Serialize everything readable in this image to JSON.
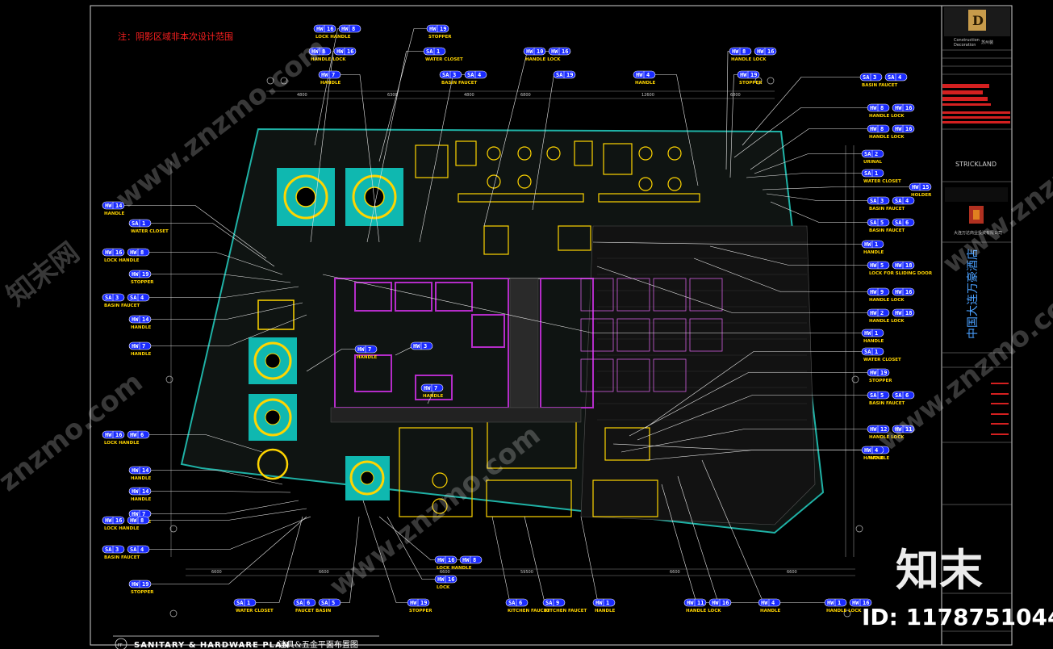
{
  "note": "注：阴影区域非本次设计范围",
  "title": {
    "marker": "FF",
    "english": "SANITARY & HARDWARE PLAN",
    "chinese": "洁具&五金平面布置图"
  },
  "title_block": {
    "company_en_line1": "Construction",
    "company_en_line2": "Decoration",
    "company_cn": "苏州装",
    "designer": "STRICKLAND",
    "project_vertical": "中国大连万豪酒店",
    "client_cn": "大连万达商业投资有限公司"
  },
  "watermarks": {
    "site": "www.znzmo.com",
    "site_short": "znzmo.com",
    "brand_cn": "知末网",
    "logo": "知末",
    "id_line": "ID: 1178751044"
  },
  "tags_left": [
    {
      "codes": [
        "HW",
        "14"
      ],
      "label": "HANDLE"
    },
    {
      "codes": [
        "SA",
        "1"
      ],
      "label": "WATER CLOSET"
    },
    {
      "codes": [
        "HW",
        "16",
        "HW",
        "8"
      ],
      "label": "LOCK  HANDLE"
    },
    {
      "codes": [
        "HW",
        "19"
      ],
      "label": "STOPPER"
    },
    {
      "codes": [
        "SA",
        "3",
        "SA",
        "4"
      ],
      "label": "BASIN  FAUCET"
    },
    {
      "codes": [
        "HW",
        "14"
      ],
      "label": "HANDLE"
    },
    {
      "codes": [
        "HW",
        "7"
      ],
      "label": "HANDLE"
    },
    {
      "codes": [
        "HW",
        "16",
        "HW",
        "6"
      ],
      "label": "LOCK  HANDLE"
    },
    {
      "codes": [
        "HW",
        "14"
      ],
      "label": "HANDLE"
    },
    {
      "codes": [
        "HW",
        "14"
      ],
      "label": "HANDLE"
    },
    {
      "codes": [
        "HW",
        "7"
      ],
      "label": "HANDLE"
    },
    {
      "codes": [
        "HW",
        "16",
        "HW",
        "8"
      ],
      "label": "LOCK  HANDLE"
    },
    {
      "codes": [
        "SA",
        "3",
        "SA",
        "4"
      ],
      "label": "BASIN  FAUCET"
    },
    {
      "codes": [
        "HW",
        "19"
      ],
      "label": "STOPPER"
    }
  ],
  "tags_right": [
    {
      "codes": [
        "SA",
        "3",
        "SA",
        "4"
      ],
      "label": "BASIN  FAUCET"
    },
    {
      "codes": [
        "HW",
        "8",
        "HW",
        "16"
      ],
      "label": "HANDLE  LOCK"
    },
    {
      "codes": [
        "HW",
        "8",
        "HW",
        "16"
      ],
      "label": "HANDLE  LOCK"
    },
    {
      "codes": [
        "SA",
        "2"
      ],
      "label": "URINAL"
    },
    {
      "codes": [
        "SA",
        "1"
      ],
      "label": "WATER CLOSET"
    },
    {
      "codes": [
        "HW",
        "15"
      ],
      "label": "HOLDER"
    },
    {
      "codes": [
        "SA",
        "3",
        "SA",
        "4"
      ],
      "label": "BASIN  FAUCET"
    },
    {
      "codes": [
        "SA",
        "5",
        "SA",
        "6"
      ],
      "label": "BASIN  FAUCET"
    },
    {
      "codes": [
        "HW",
        "1"
      ],
      "label": "HANDLE"
    },
    {
      "codes": [
        "HW",
        "5",
        "HW",
        "18"
      ],
      "label": "LOCK FOR SLIDING DOOR"
    },
    {
      "codes": [
        "HW",
        "9",
        "HW",
        "16"
      ],
      "label": "HANDLE  LOCK"
    },
    {
      "codes": [
        "HW",
        "2",
        "HW",
        "18"
      ],
      "label": "HANDLE  LOCK"
    },
    {
      "codes": [
        "HW",
        "1"
      ],
      "label": "HANDLE"
    },
    {
      "codes": [
        "SA",
        "1"
      ],
      "label": "WATER CLOSET"
    },
    {
      "codes": [
        "HW",
        "19"
      ],
      "label": "STOPPER"
    },
    {
      "codes": [
        "SA",
        "5",
        "SA",
        "6"
      ],
      "label": "BASIN  FAUCET"
    },
    {
      "codes": [
        "HW",
        "1"
      ],
      "label": "HANDLE"
    },
    {
      "codes": [
        "HW",
        "12",
        "HW",
        "11"
      ],
      "label": "HANDLE  LOCK"
    },
    {
      "codes": [
        "HW",
        "4"
      ],
      "label": "HANDLE"
    }
  ],
  "tags_top": [
    {
      "codes": [
        "HW",
        "16",
        "HW",
        "8"
      ],
      "label": "LOCK  HANDLE"
    },
    {
      "codes": [
        "HW",
        "19"
      ],
      "label": "STOPPER"
    },
    {
      "codes": [
        "HW",
        "8",
        "HW",
        "16"
      ],
      "label": "HANDLE  LOCK"
    },
    {
      "codes": [
        "SA",
        "1"
      ],
      "label": "WATER CLOSET"
    },
    {
      "codes": [
        "HW",
        "7"
      ],
      "label": "HANDLE"
    },
    {
      "codes": [
        "SA",
        "3",
        "SA",
        "4"
      ],
      "label": "BASIN  FAUCET"
    },
    {
      "codes": [
        "HW",
        "10",
        "HW",
        "16"
      ],
      "label": "HANDLE  LOCK"
    },
    {
      "codes": [
        "SA",
        "19"
      ],
      "label": ""
    },
    {
      "codes": [
        "HW",
        "4"
      ],
      "label": "HANDLE"
    },
    {
      "codes": [
        "HW",
        "8",
        "HW",
        "16"
      ],
      "label": "HANDLE  LOCK"
    },
    {
      "codes": [
        "HW",
        "19"
      ],
      "label": "STOPPER"
    }
  ],
  "tags_bottom": [
    {
      "codes": [
        "SA",
        "1"
      ],
      "label": "WATER CLOSET"
    },
    {
      "codes": [
        "SA",
        "6",
        "SA",
        "5"
      ],
      "label": "FAUCET  BASIN"
    },
    {
      "codes": [
        "HW",
        "19"
      ],
      "label": "STOPPER"
    },
    {
      "codes": [
        "SA",
        "6"
      ],
      "label": "KITCHEN FAUCET"
    },
    {
      "codes": [
        "SA",
        "9"
      ],
      "label": "KITCHEN FAUCET"
    },
    {
      "codes": [
        "HW",
        "1"
      ],
      "label": "HANDLE"
    },
    {
      "codes": [
        "HW",
        "11",
        "HW",
        "16"
      ],
      "label": "HANDLE  LOCK"
    },
    {
      "codes": [
        "HW",
        "4"
      ],
      "label": "HANDLE"
    },
    {
      "codes": [
        "HW",
        "1",
        "HW",
        "16"
      ],
      "label": "HANDLE  LOCK"
    }
  ],
  "tags_inner": [
    {
      "codes": [
        "HW",
        "16",
        "HW",
        "8"
      ],
      "label": "LOCK  HANDLE"
    },
    {
      "codes": [
        "HW",
        "16"
      ],
      "label": "LOCK"
    },
    {
      "codes": [
        "HW",
        "7"
      ],
      "label": "HANDLE"
    },
    {
      "codes": [
        "HW",
        "7"
      ],
      "label": "HANDLE"
    },
    {
      "codes": [
        "HW",
        "3"
      ],
      "label": ""
    }
  ],
  "colors": {
    "background": "#000000",
    "tag_fill": "#1a2bff",
    "tag_text": "#ffffff",
    "tag_label": "#ffd500",
    "leader": "#e8e8e8",
    "walls": "#1fb2a6",
    "furniture": "#ffd500",
    "rooms": "#b42cc8",
    "grid": "#7f7f7f",
    "note": "#ff2020",
    "title_block_red": "#d42020"
  }
}
